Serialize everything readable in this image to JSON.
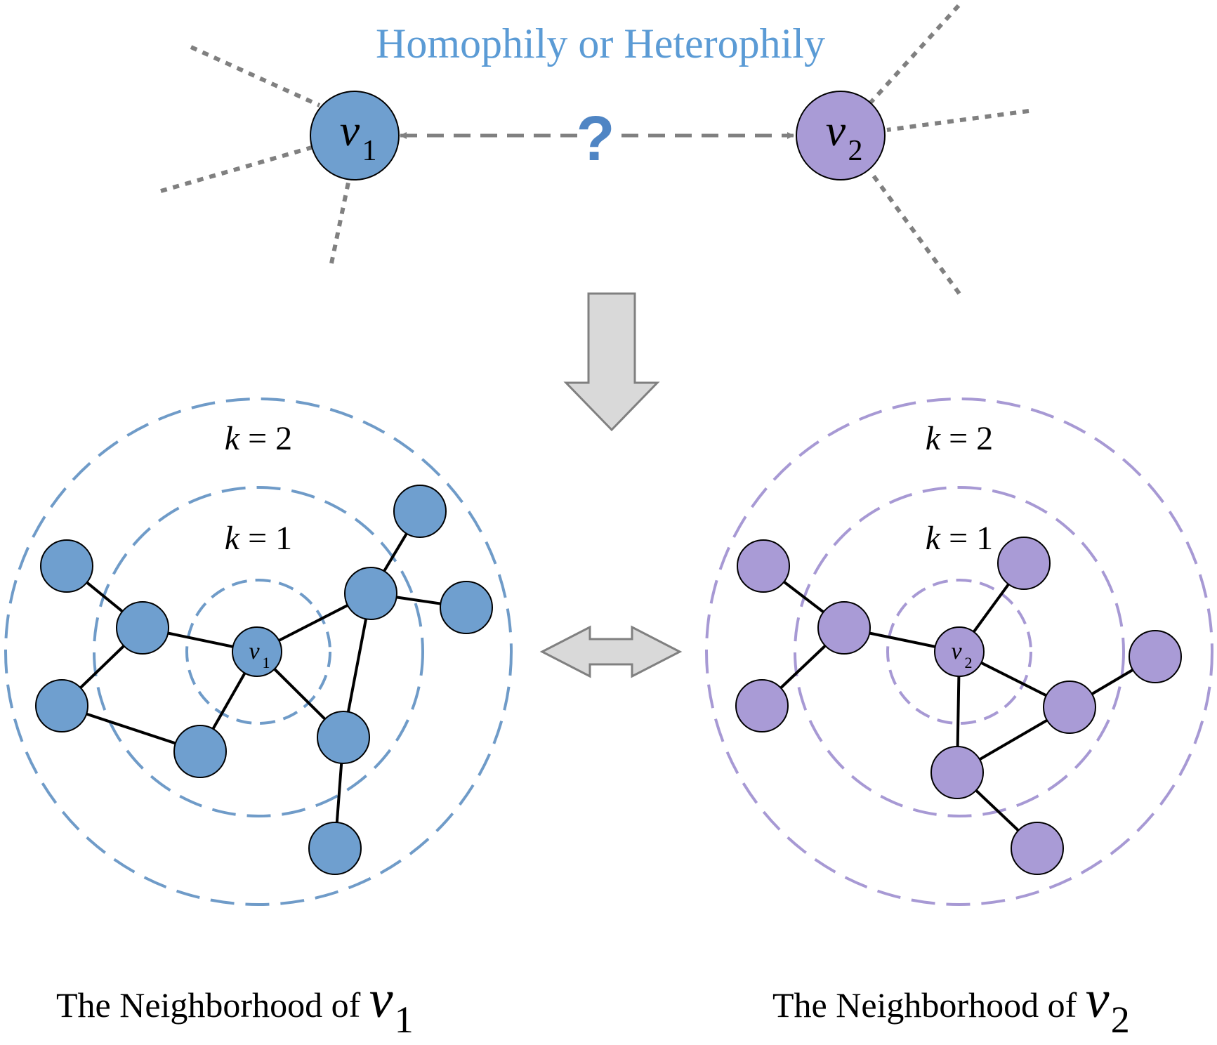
{
  "title": "Homophily or Heterophily",
  "question_mark": "?",
  "top_nodes": {
    "v1": {
      "var": "v",
      "sub": "1"
    },
    "v2": {
      "var": "v",
      "sub": "2"
    }
  },
  "rings": {
    "k2": {
      "var": "k",
      "rest": " = 2"
    },
    "k1": {
      "var": "k",
      "rest": " = 1"
    }
  },
  "captions": {
    "left": {
      "text": "The Neighborhood of ",
      "var": "v",
      "sub": "1"
    },
    "right": {
      "text": "The Neighborhood of ",
      "var": "v",
      "sub": "2"
    }
  },
  "colors": {
    "title": "#5b9bd5",
    "v1_node": "#6f9fcf",
    "v1_ring": "#6f9bc8",
    "v2_node": "#a99bd6",
    "v2_ring": "#a799d4",
    "question": "#4f85c4",
    "dashed_link": "#808080",
    "edge": "#000000",
    "block_arrow_fill": "#d9d9d9",
    "block_arrow_stroke": "#808080"
  },
  "icons": {
    "down_arrow": "block-down-arrow-icon",
    "compare_arrow": "double-headed-arrow-icon"
  }
}
